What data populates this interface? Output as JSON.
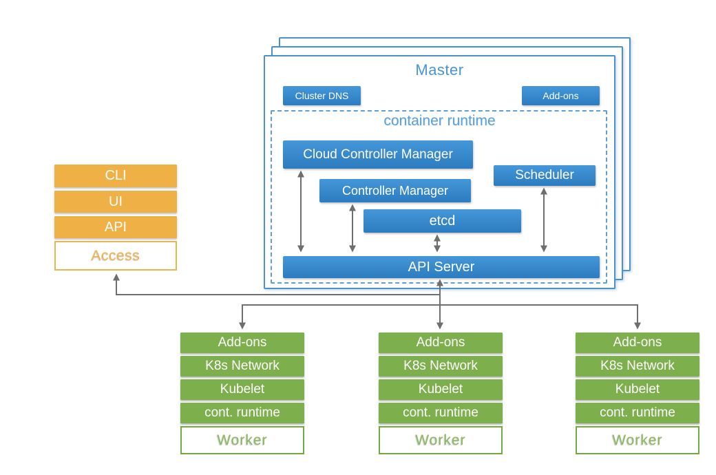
{
  "colors": {
    "blue_top": "#4497d8",
    "blue_bottom": "#2b7cc0",
    "blue_border": "#4a90c9",
    "dashed_border": "#5b9fd8",
    "title_blue": "#4a93d5",
    "runtime_blue": "#58a0d8",
    "orange": "#efb045",
    "orange_border": "#eab54e",
    "orange_text": "#f0b24a",
    "green": "#7db04d",
    "green_border": "#71a943",
    "green_text": "#8aba5d",
    "arrow_gray": "#6e6e6e"
  },
  "master": {
    "title": "Master",
    "buttons": [
      {
        "label": "Cluster DNS"
      },
      {
        "label": "Add-ons"
      }
    ],
    "container_runtime": {
      "title": "container runtime",
      "components": {
        "cloud_controller_manager": "Cloud Controller Manager",
        "controller_manager": "Controller Manager",
        "scheduler": "Scheduler",
        "etcd": "etcd",
        "api_server": "API Server"
      }
    }
  },
  "access_panel": {
    "items": [
      {
        "label": "CLI"
      },
      {
        "label": "UI"
      },
      {
        "label": "API"
      }
    ],
    "footer_label": "Access"
  },
  "workers": [
    {
      "rows": [
        "Add-ons",
        "K8s Network",
        "Kubelet",
        "cont. runtime"
      ],
      "footer_label": "Worker"
    },
    {
      "rows": [
        "Add-ons",
        "K8s Network",
        "Kubelet",
        "cont. runtime"
      ],
      "footer_label": "Worker"
    },
    {
      "rows": [
        "Add-ons",
        "K8s Network",
        "Kubelet",
        "cont. runtime"
      ],
      "footer_label": "Worker"
    }
  ]
}
